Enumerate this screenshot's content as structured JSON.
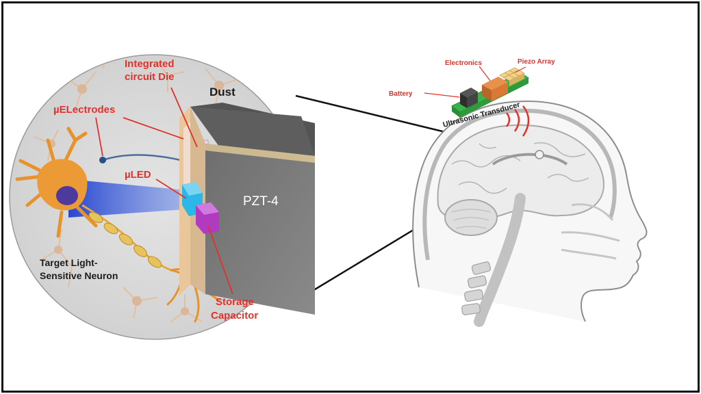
{
  "zoom_view": {
    "labels": {
      "die_line1": "Integrated",
      "die_line2": "circuit  Die",
      "dust": "Dust",
      "electrodes": "µELectrodes",
      "led": "µLED",
      "pzt": "PZT-4",
      "neuron_line1": "Target Light-",
      "neuron_line2": "Sensitive Neuron",
      "capacitor_line1": "Storage",
      "capacitor_line2": "Capacitor"
    }
  },
  "head_view": {
    "labels": {
      "battery": "Battery",
      "electronics": "Electronics",
      "piezo": "Piezo Array",
      "transducer": "Ultrasonic Transducer"
    }
  },
  "colors": {
    "label_red": "#e0312a",
    "neuron_orange": "#e8922a",
    "led_cyan": "#2bb7e8",
    "capacitor_magenta": "#b03bc0",
    "board_green": "#3bb34a",
    "beam_blue": "#2a4fd6"
  }
}
